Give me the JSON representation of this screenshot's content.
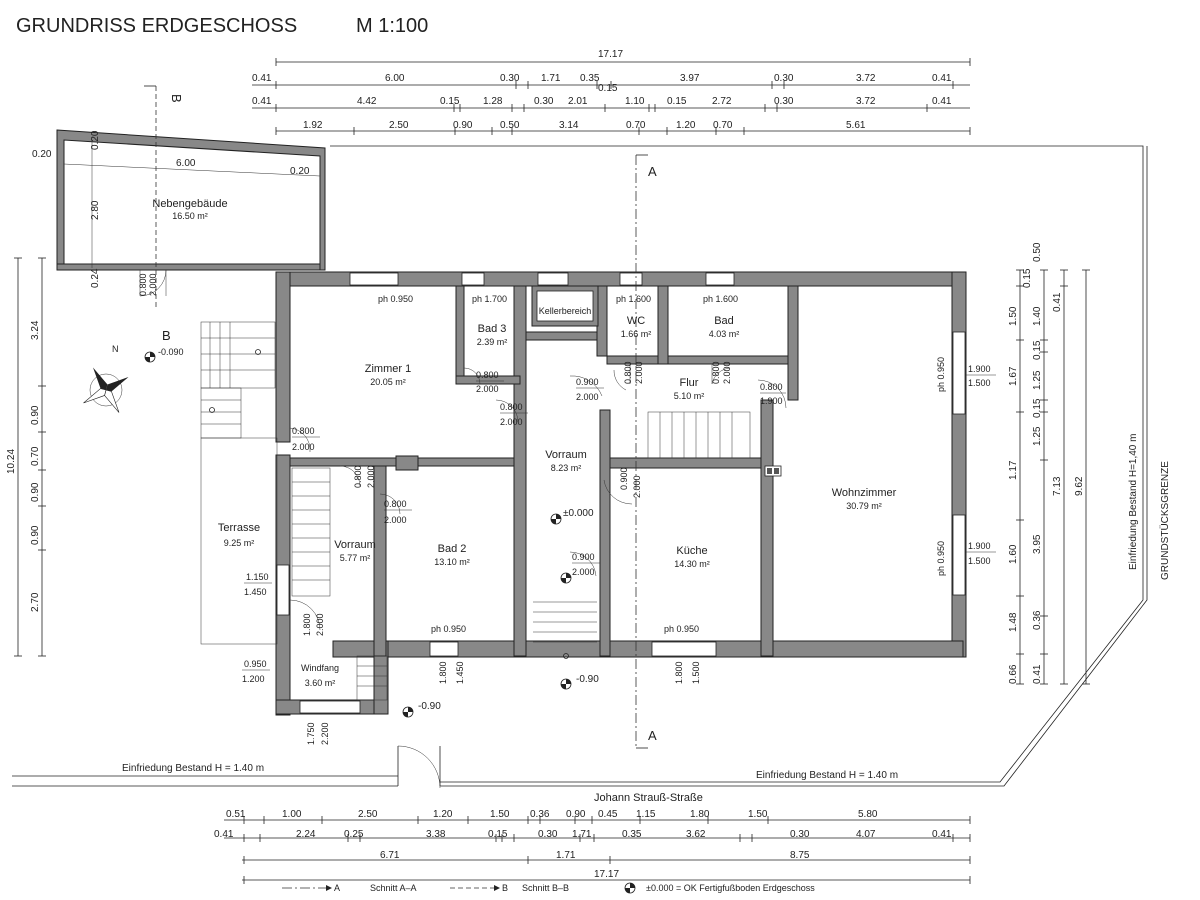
{
  "title": "GRUNDRISS ERDGESCHOSS",
  "scale": "M 1:100",
  "rooms": [
    {
      "name": "Nebengebäude",
      "area": "16.50 m²"
    },
    {
      "name": "Zimmer 1",
      "area": "20.05 m²"
    },
    {
      "name": "Bad 3",
      "area": "2.39 m²"
    },
    {
      "name": "Kellerbereich",
      "area": ""
    },
    {
      "name": "WC",
      "area": "1.66 m²"
    },
    {
      "name": "Bad",
      "area": "4.03 m²"
    },
    {
      "name": "Flur",
      "area": "5.10 m²"
    },
    {
      "name": "Vorraum",
      "area": "8.23 m²"
    },
    {
      "name": "Vorraum",
      "area": "5.77 m²"
    },
    {
      "name": "Bad 2",
      "area": "13.10 m²"
    },
    {
      "name": "Küche",
      "area": "14.30 m²"
    },
    {
      "name": "Wohnzimmer",
      "area": "30.79 m²"
    },
    {
      "name": "Terrasse",
      "area": "9.25 m²"
    },
    {
      "name": "Windfang",
      "area": "3.60 m²"
    }
  ],
  "dimensions": {
    "top_total": "17.17",
    "top_row1": [
      "0.41",
      "6.00",
      "0.30",
      "1.71",
      "0.35",
      "3.97",
      "0.30",
      "3.72",
      "0.41"
    ],
    "top_row1_extra": "0.15",
    "top_row2": [
      "0.41",
      "4.42",
      "0.15",
      "1.28",
      "0.30",
      "2.01",
      "1.10",
      "0.15",
      "2.72",
      "0.30",
      "3.72",
      "0.41"
    ],
    "top_row3": [
      "1.92",
      "2.50",
      "0.90",
      "0.50",
      "3.14",
      "0.70",
      "1.20",
      "0.70",
      "5.61"
    ],
    "bottom_row1": [
      "0.51",
      "1.00",
      "2.50",
      "1.20",
      "1.50",
      "0.36",
      "0.90",
      "0.45",
      "1.15",
      "1.80",
      "1.50",
      "5.80"
    ],
    "bottom_row2": [
      "0.41",
      "2.24",
      "0.25",
      "3.38",
      "0.15",
      "0.30",
      "1.71",
      "0.35",
      "3.62",
      "0.30",
      "4.07",
      "0.41"
    ],
    "bottom_row3": [
      "6.71",
      "1.71",
      "8.75"
    ],
    "bottom_total": "17.17",
    "left_total": "10.24",
    "left_parts": [
      "3.24",
      "0.90",
      "0.70",
      "0.90",
      "0.90",
      "2.70"
    ],
    "right_col1": [
      "0.15",
      "1.50",
      "1.67",
      "1.17",
      "1.60",
      "1.48",
      "0.66"
    ],
    "right_col2": [
      "1.40",
      "0.15",
      "1.25",
      "0.15",
      "1.25",
      "3.95",
      "0.36",
      "0.41"
    ],
    "right_col3": [
      "0.50",
      "0.41",
      "7.13"
    ],
    "right_col4": "9.62",
    "neben": {
      "w": "6.00",
      "h": "2.80",
      "a": "0.20",
      "b": "0.20",
      "c": "0.20",
      "d": "0.24"
    }
  },
  "heights": [
    "ph 0.950",
    "ph 1.700",
    "ph 1.600",
    "ph 1.600",
    "ph 0.950",
    "ph 0.950",
    "ph 0.950",
    "ph 0.950"
  ],
  "openings": [
    {
      "w": "0.800",
      "h": "2.000"
    },
    {
      "w": "0.800",
      "h": "2.000"
    },
    {
      "w": "0.900",
      "h": "2.000"
    },
    {
      "w": "0.800",
      "h": "1.900"
    },
    {
      "w": "0.800",
      "h": "2.000"
    },
    {
      "w": "0.800",
      "h": "2.000"
    },
    {
      "w": "0.800",
      "h": "2.000"
    },
    {
      "w": "0.900",
      "h": "2.000"
    },
    {
      "w": "0.900",
      "h": "2.000"
    },
    {
      "w": "1.150",
      "h": "1.450"
    },
    {
      "w": "1.800",
      "h": "2.000"
    },
    {
      "w": "0.950",
      "h": "1.200"
    },
    {
      "w": "1.750",
      "h": "2.200"
    },
    {
      "w": "1.800",
      "h": "1.450"
    },
    {
      "w": "1.800",
      "h": "1.500"
    },
    {
      "w": "1.900",
      "h": "1.500"
    },
    {
      "w": "1.900",
      "h": "1.500"
    },
    {
      "w": "0.800",
      "h": "2.000"
    },
    {
      "w": "0.800",
      "h": "2.000"
    },
    {
      "w": "0.800",
      "h": "2.000"
    }
  ],
  "levels": [
    "±0.000",
    "-0.90",
    "-0.90",
    "-0.090"
  ],
  "section_labels": {
    "a": "A",
    "b": "B"
  },
  "compass": "N",
  "street": "Johann Strauß-Straße",
  "fence_left": "Einfriedung Bestand H = 1.40 m",
  "fence_right": "Einfriedung Bestand H = 1.40 m",
  "fence_vertical": "Einfriedung Bestand H=1,40 m",
  "boundary": "GRUNDSTÜCKSGRENZE",
  "legend": {
    "a_label": "A",
    "a_text": "Schnitt A–A",
    "b_label": "B",
    "b_text": "Schnitt B–B",
    "level_text": "±0.000 = OK Fertigfußboden Erdgeschoss"
  }
}
